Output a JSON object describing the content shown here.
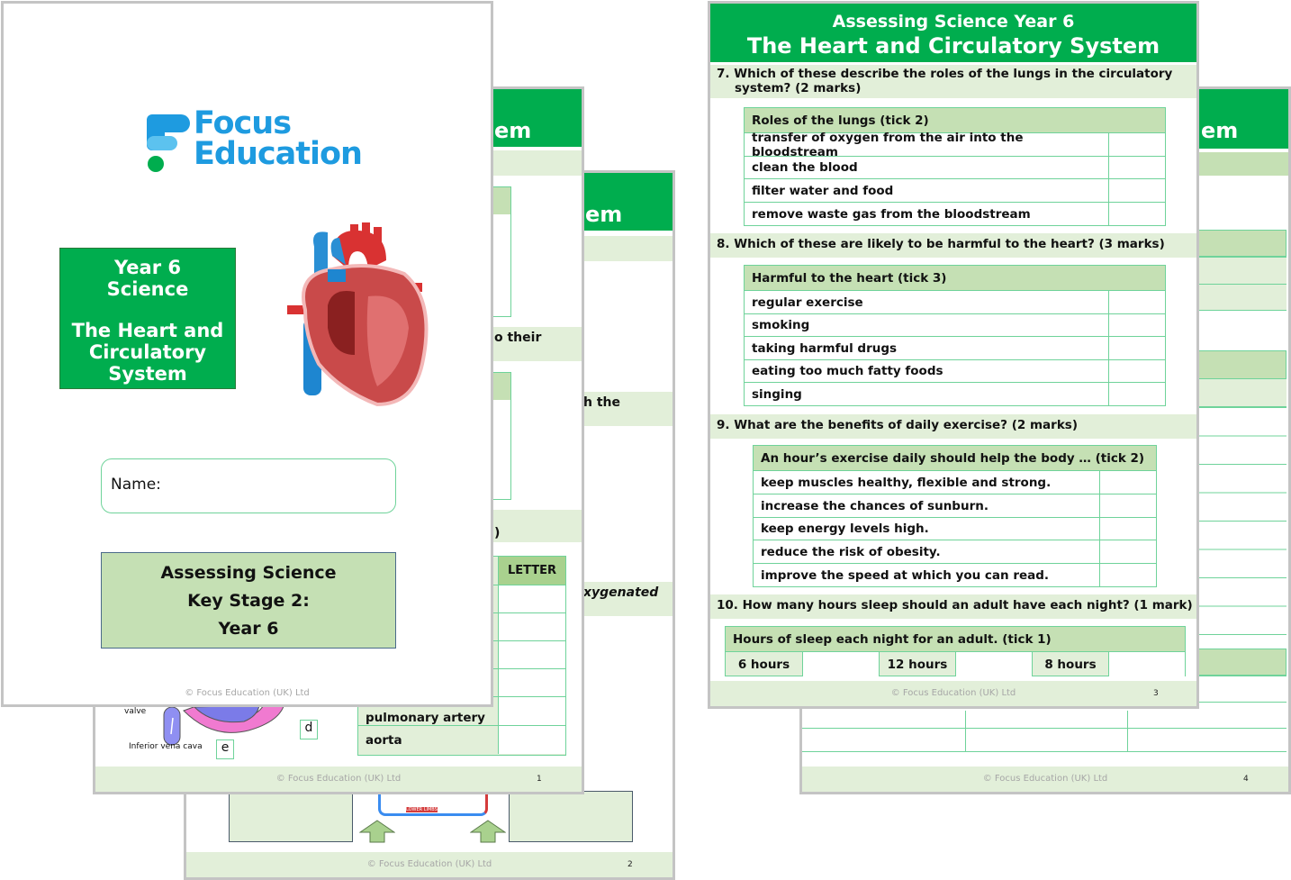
{
  "brand": {
    "line1": "Focus",
    "line2": "Education",
    "blue": "#1e9be0",
    "green": "#00ad4e"
  },
  "copyright": "© Focus Education (UK) Ltd",
  "cover": {
    "title_lines": [
      "Year 6",
      "Science",
      "The Heart and",
      "Circulatory",
      "System"
    ],
    "name_label": "Name:",
    "assess_lines": [
      "Assessing Science",
      "Key Stage 2:",
      "Year 6"
    ]
  },
  "page1": {
    "header_fragment": "em",
    "band_fragment_1": "o their",
    "band_fragment_2": ")",
    "letter_header": "LETTER",
    "rows": [
      "",
      "",
      "",
      "",
      "pulmonary artery",
      "aorta"
    ],
    "diagram": {
      "valve_label": "valve",
      "vena_cava_label": "Inferior vena cava",
      "box_d": "d",
      "box_e": "e"
    },
    "page_number": "1"
  },
  "page2": {
    "header_fragment": "em",
    "band_fragment_1": "h the",
    "band_fragment_2": "xygenated",
    "diagram_label": "LOWER LIMBS",
    "page_number": "2"
  },
  "page3": {
    "header_line1": "Assessing Science Year 6",
    "header_line2": "The Heart and Circulatory System",
    "q7": {
      "question": "7.  Which of these describe the roles of the lungs in the circulatory",
      "question_cont": "system? (2 marks)",
      "table_header": "Roles of the lungs (tick 2)",
      "rows": [
        "transfer of oxygen from the air into the bloodstream",
        "clean the blood",
        "filter water and food",
        "remove waste gas from the bloodstream"
      ]
    },
    "q8": {
      "question": "8.  Which of these are likely to be harmful to the heart? (3 marks)",
      "table_header": "Harmful to the heart (tick 3)",
      "rows": [
        "regular exercise",
        "smoking",
        "taking harmful drugs",
        "eating too much fatty foods",
        "singing"
      ]
    },
    "q9": {
      "question": "9.  What are the benefits of daily exercise? (2 marks)",
      "table_header": "An hour’s exercise daily should help the body … (tick 2)",
      "rows": [
        "keep muscles healthy, flexible and strong.",
        "increase the chances of sunburn.",
        "keep energy levels high.",
        "reduce the risk of obesity.",
        "improve the speed at which you can read."
      ]
    },
    "q10": {
      "question": "10.  How many hours sleep should an adult have each night? (1 mark)",
      "table_header": "Hours of sleep each night for an adult. (tick 1)",
      "options": [
        "6 hours",
        "12 hours",
        "8 hours"
      ]
    },
    "page_number": "3"
  },
  "page4": {
    "header_fragment": "em",
    "page_number": "4"
  }
}
